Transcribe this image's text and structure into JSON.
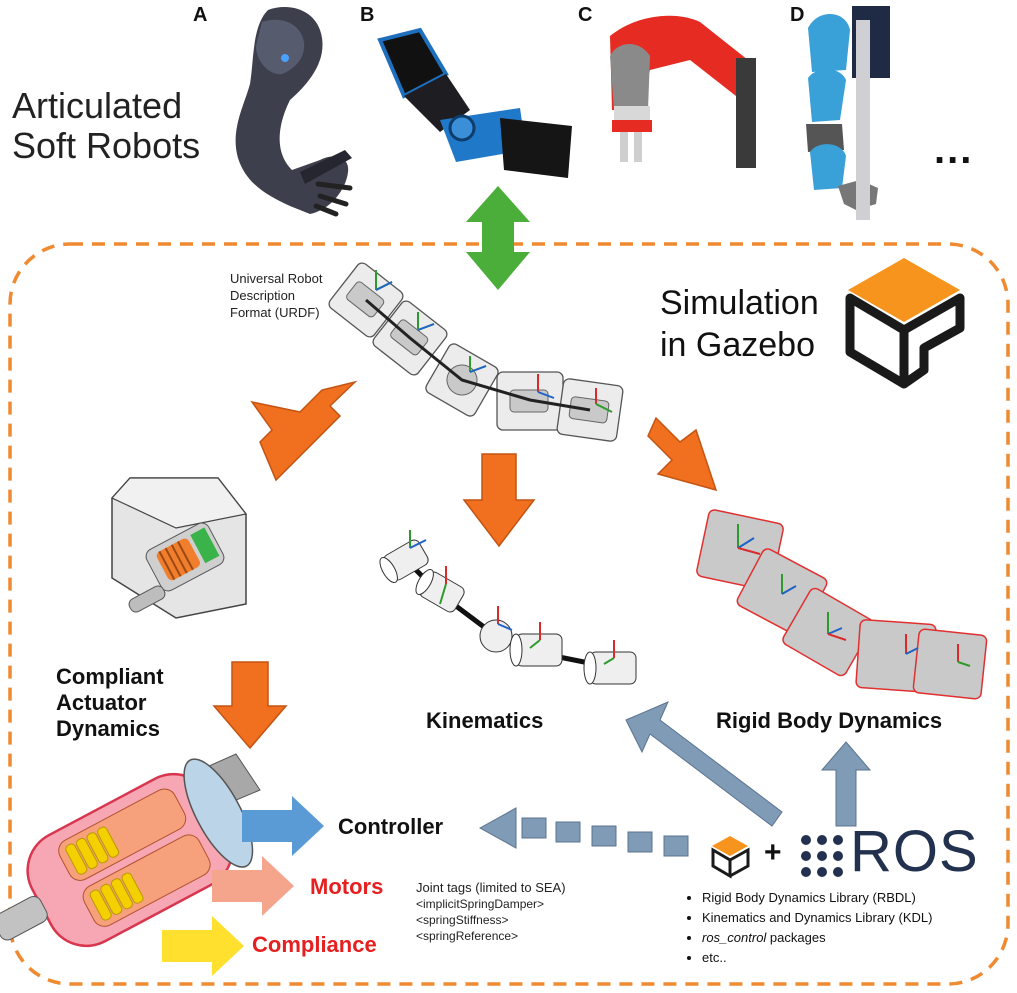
{
  "header": {
    "title_line1": "Articulated",
    "title_line2": "Soft Robots",
    "robots": [
      {
        "letter": "A"
      },
      {
        "letter": "B"
      },
      {
        "letter": "C"
      },
      {
        "letter": "D"
      }
    ],
    "ellipsis": "..."
  },
  "simulation": {
    "title_line1": "Simulation",
    "title_line2": "in Gazebo"
  },
  "urdf": {
    "line1": "Universal Robot",
    "line2": "Description",
    "line3": "Format (URDF)"
  },
  "labels": {
    "compliant_line1": "Compliant",
    "compliant_line2": "Actuator",
    "compliant_line3": "Dynamics",
    "kinematics": "Kinematics",
    "rigid_body": "Rigid Body Dynamics",
    "controller": "Controller",
    "motors": "Motors",
    "compliance": "Compliance"
  },
  "joint_tags": {
    "title": "Joint tags (limited to SEA)",
    "tag1": "<implicitSpringDamper>",
    "tag2": "<springStiffness>",
    "tag3": "<springReference>"
  },
  "ros": {
    "plus": "+",
    "logo_text": "ROS",
    "libs": [
      {
        "text": "Rigid Body Dynamics Library (RBDL)"
      },
      {
        "text": "Kinematics and Dynamics Library (KDL)"
      },
      {
        "italic": "ros_control",
        "text": " packages"
      },
      {
        "text": "etc.."
      }
    ]
  },
  "colors": {
    "orange_arrow": "#f07020",
    "green_arrow": "#4cae3a",
    "blue_gray_arrow": "#7f9bb6",
    "dashed_border": "#f08a30",
    "motors_red": "#e62020",
    "gazebo_orange": "#f7941d",
    "ros_blue": "#22314e"
  }
}
